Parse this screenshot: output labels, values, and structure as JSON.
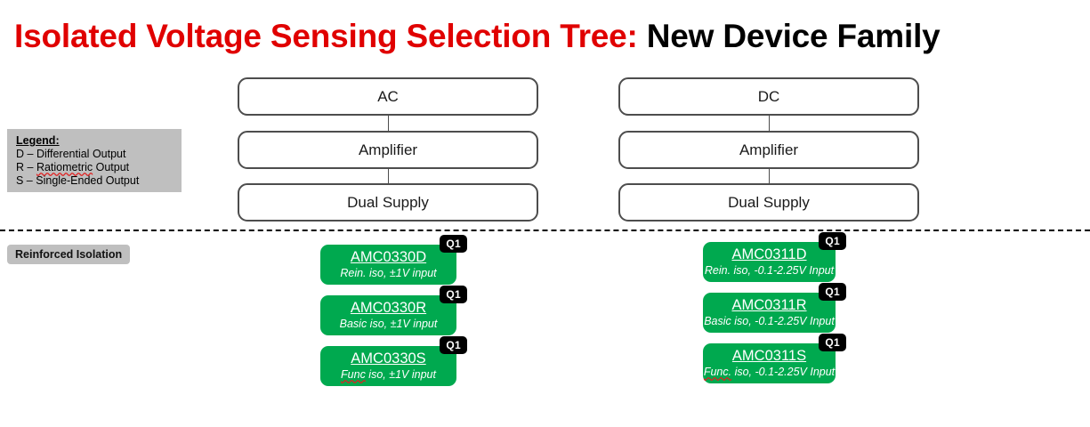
{
  "title": {
    "accent": "Isolated Voltage Sensing Selection Tree:",
    "plain": " New Device Family"
  },
  "legend": {
    "heading": "Legend:",
    "items": [
      {
        "prefix": "D – ",
        "term": "Differential",
        "suffix": " Output",
        "misspelled": false
      },
      {
        "prefix": "R – ",
        "term": "Ratiometric",
        "suffix": " Output",
        "misspelled": true
      },
      {
        "prefix": "S – ",
        "term": "Single-Ended",
        "suffix": " Output",
        "misspelled": false
      }
    ]
  },
  "isolation_tag": "Reinforced Isolation",
  "branches": [
    {
      "id": "ac",
      "nodes": [
        "AC",
        "Amplifier",
        "Dual Supply"
      ],
      "devices": [
        {
          "name": "AMC0330D",
          "sub_pre": "Rein. iso, ±1V input",
          "sub_term": "",
          "sub_post": "",
          "badge": "Q1"
        },
        {
          "name": "AMC0330R",
          "sub_pre": "Basic iso, ±1V input",
          "sub_term": "",
          "sub_post": "",
          "badge": "Q1"
        },
        {
          "name": "AMC0330S",
          "sub_pre": "",
          "sub_term": "Func",
          "sub_post": " iso, ±1V input",
          "badge": "Q1"
        }
      ]
    },
    {
      "id": "dc",
      "nodes": [
        "DC",
        "Amplifier",
        "Dual Supply"
      ],
      "devices": [
        {
          "name": "AMC0311D",
          "sub_pre": "Rein. iso, -0.1-2.25V Input",
          "sub_term": "",
          "sub_post": "",
          "badge": "Q1"
        },
        {
          "name": "AMC0311R",
          "sub_pre": "Basic iso, -0.1-2.25V Input",
          "sub_term": "",
          "sub_post": "",
          "badge": "Q1"
        },
        {
          "name": "AMC0311S",
          "sub_pre": "",
          "sub_term": "Func.",
          "sub_post": " iso, -0.1-2.25V Input",
          "badge": "Q1"
        }
      ]
    }
  ],
  "colors": {
    "title_accent": "#e00000",
    "device_green": "#00a94f",
    "badge_black": "#000000",
    "legend_gray": "#bfbfbf",
    "node_border": "#4d4d4d"
  }
}
